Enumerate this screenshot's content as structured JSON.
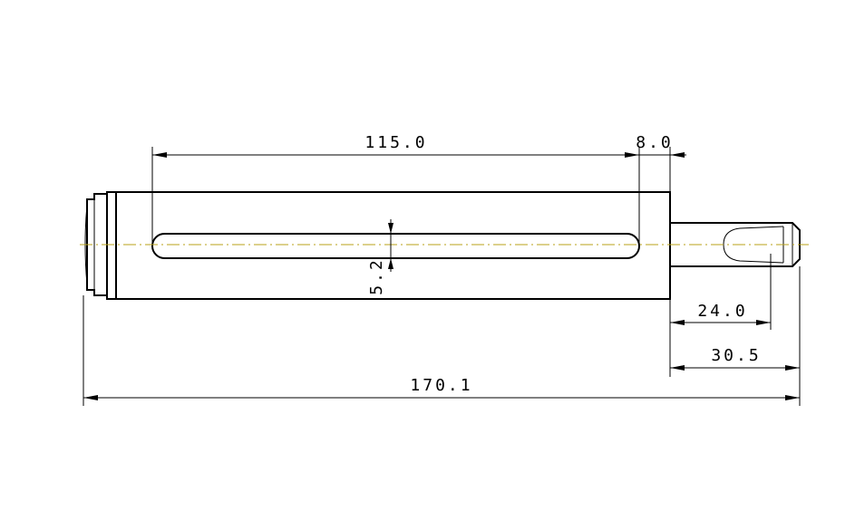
{
  "colors": {
    "outline": "#000000",
    "centerline": "#b8a21a",
    "background": "#ffffff"
  },
  "dimensions": {
    "slot_length": "115.0",
    "slot_end_offset": "8.0",
    "slot_width": "5.2",
    "flat_length": "24.0",
    "pin_length": "30.5",
    "overall_length": "170.1"
  }
}
